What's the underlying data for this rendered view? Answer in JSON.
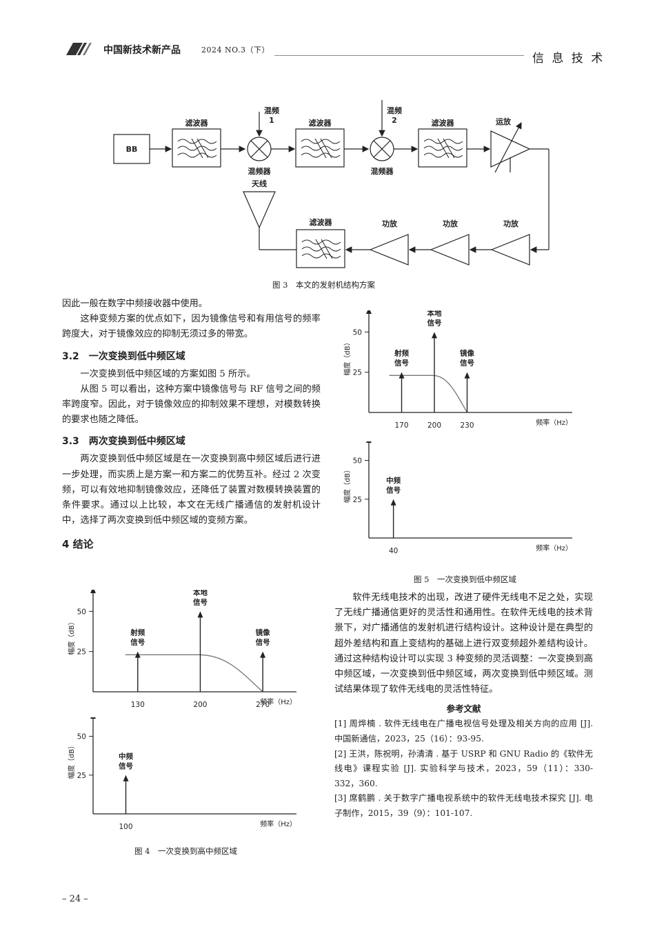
{
  "header": {
    "journal": "中国新技术新产品",
    "issue": "2024  NO.3（下）",
    "section": "信 息 技 术"
  },
  "fig3": {
    "caption": "图 3　本文的发射机结构方案",
    "labels": {
      "bb": "BB",
      "filter": "滤波器",
      "mix1_top": "混频",
      "mix1_num": "1",
      "mixer": "混频器",
      "mix2_top": "混频",
      "mix2_num": "2",
      "opamp": "运放",
      "antenna": "天线",
      "pa": "功放"
    }
  },
  "left": {
    "p1": "因此一般在数字中频接收器中使用。",
    "p2": "这种变频方案的优点如下，因为镜像信号和有用信号的频率跨度大，对于镜像效应的抑制无须过多的带宽。",
    "h32": "3.2　一次变换到低中频区域",
    "p3": "一次变换到低中频区域的方案如图 5 所示。",
    "p4": "从图 5 可以看出，这种方案中镜像信号与 RF 信号之间的频率跨度窄。因此，对于镜像效应的抑制效果不理想，对模数转换的要求也随之降低。",
    "h33": "3.3　两次变换到低中频区域",
    "p5": "两次变换到低中频区域是在一次变换到高中频区域后进行进一步处理，而实质上是方案一和方案二的优势互补。经过 2 次变频，可以有效地抑制镜像效应，还降低了装置对数模转换装置的条件要求。通过以上比较，本文在无线广播通信的发射机设计中，选择了两次变换到低中频区域的变频方案。",
    "h4": "4  结论",
    "fig4_caption": "图 4　一次变换到高中频区域"
  },
  "right": {
    "fig5_caption": "图 5　一次变换到低中频区域",
    "p6": "软件无线电技术的出现，改进了硬件无线电不足之处，实现了无线广播通信更好的灵活性和通用性。在软件无线电的技术背景下，对广播通信的发射机进行结构设计。这种设计是在典型的超外差结构和直上变结构的基础上进行双变频超外差结构设计。通过这种结构设计可以实现 3 种变频的灵活调整：一次变换到高中频区域，一次变换到低中频区域，两次变换到低中频区域。测试结果体现了软件无线电的灵活性特征。",
    "refs_title": "参考文献",
    "refs": [
      "[1] 周烨楠 . 软件无线电在广播电视信号处理及相关方向的应用 [J]. 中国新通信，2023，25（16）：93-95.",
      "[2] 王洪，陈祝明，孙清清 . 基于 USRP 和 GNU Radio 的《软件无线电》课程实验 [J]. 实验科学与技术，2023，59（11）：330-332，360.",
      "[3] 席鹤鹏 . 关于数字广播电视系统中的软件无线电技术探究 [J]. 电子制作，2015，39（9）：101-107."
    ]
  },
  "footer": {
    "page": "– 24 –"
  },
  "chart_data": [
    {
      "type": "bar",
      "name": "图 4 上",
      "ylabel": "幅度（dB）",
      "xlabel": "频率（Hz）",
      "yticks": [
        25,
        50
      ],
      "x": [
        130,
        200,
        270
      ],
      "values": [
        25,
        50,
        25
      ],
      "point_labels": [
        "射频信号",
        "本地信号",
        "镜像信号"
      ],
      "filter_curve": "flat at ~23 dB from 130 to ~200 Hz, falling to 0 at 270 Hz"
    },
    {
      "type": "bar",
      "name": "图 4 下",
      "ylabel": "幅度（dB）",
      "xlabel": "频率（Hz）",
      "yticks": [
        25,
        50
      ],
      "x": [
        100
      ],
      "values": [
        25
      ],
      "point_labels": [
        "中频信号"
      ]
    },
    {
      "type": "bar",
      "name": "图 5 上",
      "ylabel": "幅度（dB）",
      "xlabel": "频率（Hz）",
      "yticks": [
        25,
        50
      ],
      "x": [
        170,
        200,
        230
      ],
      "values": [
        25,
        50,
        25
      ],
      "point_labels": [
        "射频信号",
        "本地信号",
        "镜像信号"
      ],
      "filter_curve": "flat at ~23 dB from 170 to ~200 Hz, falling to 0 at 230 Hz"
    },
    {
      "type": "bar",
      "name": "图 5 下",
      "ylabel": "幅度（dB）",
      "xlabel": "频率（Hz）",
      "yticks": [
        25,
        50
      ],
      "x": [
        40
      ],
      "values": [
        25
      ],
      "point_labels": [
        "中频信号"
      ]
    }
  ]
}
